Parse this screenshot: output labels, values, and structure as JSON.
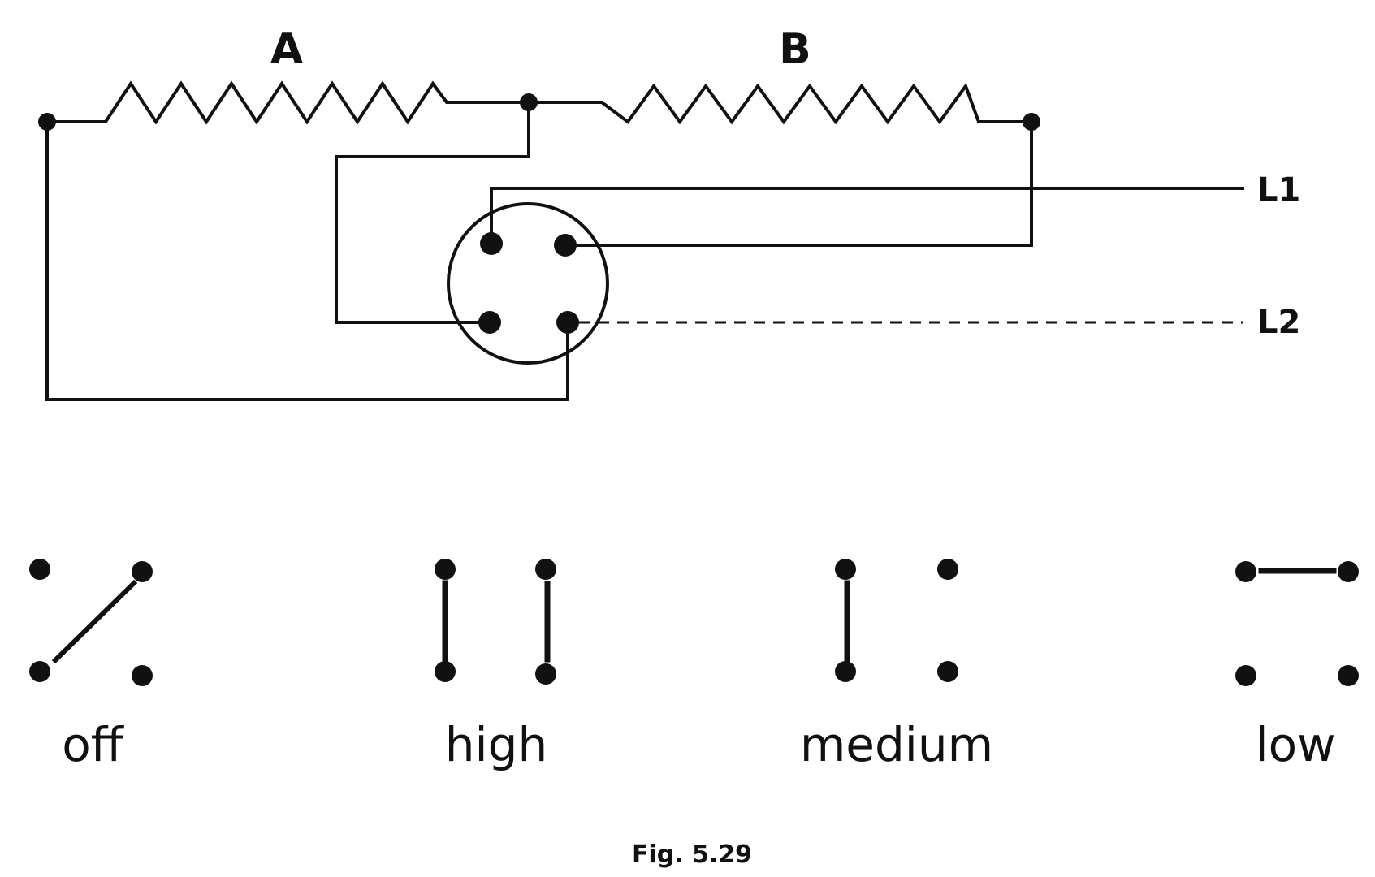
{
  "diagram": {
    "resistors": {
      "a_label": "A",
      "b_label": "B"
    },
    "lines": {
      "l1_label": "L1",
      "l2_label": "L2"
    },
    "positions": {
      "off_label": "off",
      "high_label": "high",
      "medium_label": "medium",
      "low_label": "low"
    },
    "caption": "Fig. 5.29"
  }
}
